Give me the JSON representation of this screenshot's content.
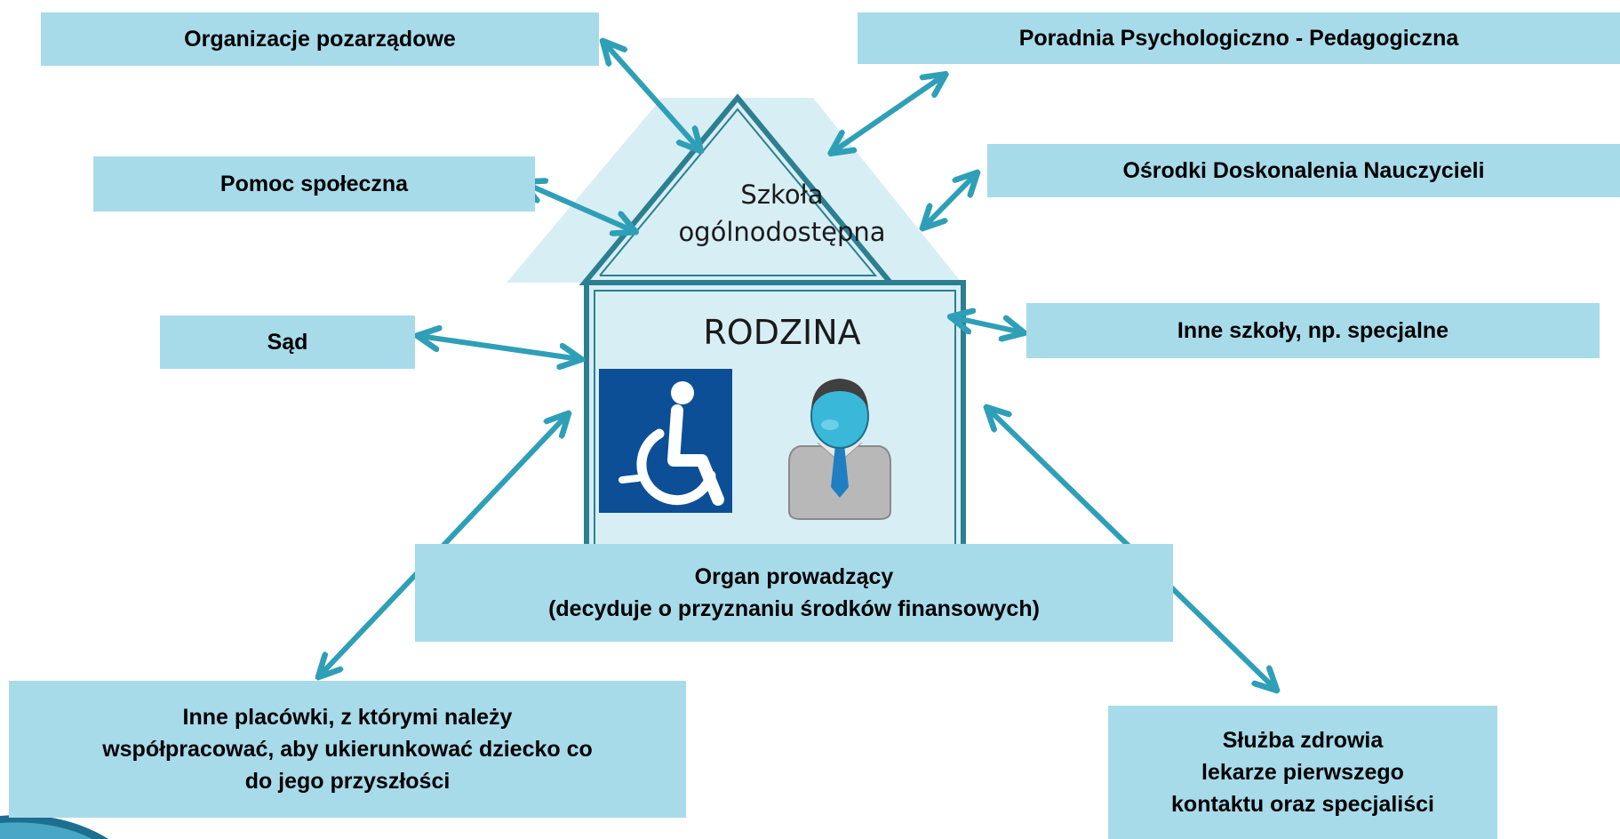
{
  "colors": {
    "box_fill": "#a7dbea",
    "house_fill": "#d8eef5",
    "house_stroke": "#2c7f90",
    "arrow": "#2f9fb7",
    "wheelchair_bg": "#0d4f96"
  },
  "house": {
    "roof_label_line1": "Szkoła",
    "roof_label_line2": "ogólnodostępna",
    "body_label": "RODZINA",
    "icons": [
      "wheelchair-icon",
      "person-icon"
    ]
  },
  "nodes": {
    "ngo": "Organizacje pozarządowe",
    "counseling": "Poradnia Psychologiczno - Pedagogiczna",
    "social_help": "Pomoc społeczna",
    "teacher_centers": "Ośrodki Doskonalenia Nauczycieli",
    "court": "Sąd",
    "other_schools": "Inne szkoły, np. specjalne",
    "governing_body": {
      "line1": "Organ prowadzący",
      "line2": "(decyduje  o przyznaniu środków finansowych)"
    },
    "other_institutions": {
      "line1": "Inne placówki, z którymi należy",
      "line2": "współpracować, aby ukierunkować dziecko co",
      "line3": "do jego przyszłości"
    },
    "health_service": {
      "line1": "Służba zdrowia",
      "line2": "lekarze pierwszego",
      "line3": "kontaktu oraz specjaliści"
    }
  },
  "edges": [
    {
      "from": "ngo",
      "to": "house",
      "bidirectional": true
    },
    {
      "from": "counseling",
      "to": "house",
      "bidirectional": true
    },
    {
      "from": "social_help",
      "to": "house",
      "bidirectional": true
    },
    {
      "from": "teacher_centers",
      "to": "house",
      "bidirectional": true
    },
    {
      "from": "court",
      "to": "house",
      "bidirectional": true
    },
    {
      "from": "other_schools",
      "to": "house",
      "bidirectional": true
    },
    {
      "from": "other_institutions",
      "to": "house",
      "bidirectional": true
    },
    {
      "from": "health_service",
      "to": "house",
      "bidirectional": true
    }
  ]
}
